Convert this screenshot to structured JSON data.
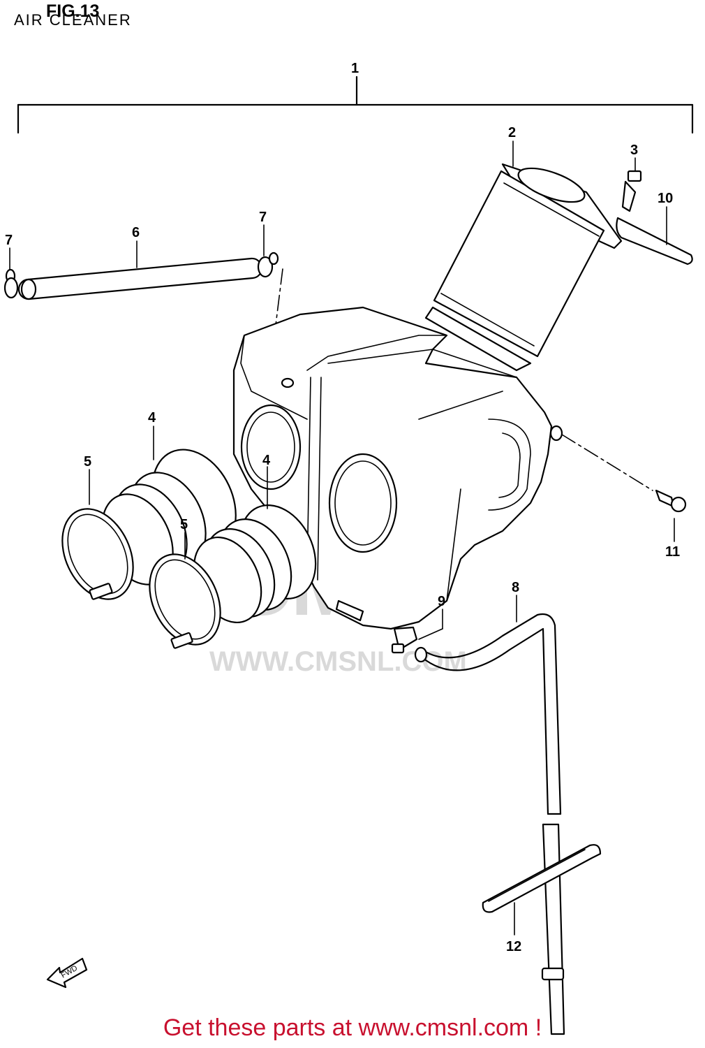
{
  "figure": {
    "number_label": "FIG.13",
    "title": "AIR CLEANER"
  },
  "callouts": [
    {
      "id": "c1",
      "label": "1"
    },
    {
      "id": "c2",
      "label": "2"
    },
    {
      "id": "c3",
      "label": "3"
    },
    {
      "id": "c4a",
      "label": "4"
    },
    {
      "id": "c4b",
      "label": "4"
    },
    {
      "id": "c5a",
      "label": "5"
    },
    {
      "id": "c5b",
      "label": "5"
    },
    {
      "id": "c6",
      "label": "6"
    },
    {
      "id": "c7a",
      "label": "7"
    },
    {
      "id": "c7b",
      "label": "7"
    },
    {
      "id": "c8",
      "label": "8"
    },
    {
      "id": "c9",
      "label": "9"
    },
    {
      "id": "c10",
      "label": "10"
    },
    {
      "id": "c11",
      "label": "11"
    },
    {
      "id": "c12",
      "label": "12"
    }
  ],
  "fwd_arrow": {
    "label": "FWD"
  },
  "watermark": {
    "logo_text": "CMS",
    "url_text": "WWW.CMSNL.COM"
  },
  "footer": {
    "link_text": "Get these parts at www.cmsnl.com !"
  },
  "colors": {
    "footer_link": "#c8102e",
    "watermark": "#d9d9d9",
    "line_art": "#000000"
  }
}
